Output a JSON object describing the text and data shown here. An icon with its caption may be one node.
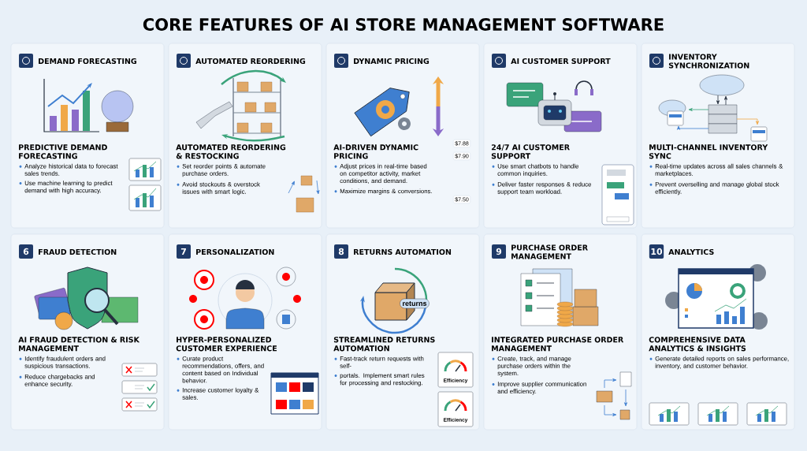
{
  "diagram": {
    "title": "CORE FEATURES OF AI STORE MANAGEMENT SOFTWARE",
    "nodes": [
      {
        "text": [
          "DEMAND FORECASTING",
          "PREDICTIVE DEMAND FORECASTING",
          "Analyze historical data to forecast sales trends.",
          "Use machine learning to predict demand with high accuracy."
        ]
      },
      {
        "text": [
          "AUTOMATED REORDERING",
          "AUTOMATED REORDERING & RESTOCKING",
          "Set reorder points & automate purchase orders.",
          "Avoid stockouts & overstock issues with smart logic."
        ]
      },
      {
        "text": [
          "DYNAMIC PRICING",
          "AI-DRIVEN DYNAMIC PRICING",
          "Adjust prices in real-time based on competitor activity, market conditions, and demand.",
          "Maximize margins & conversions."
        ]
      },
      {
        "text": [
          "AI CUSTOMER SUPPORT",
          "24/7 AI CUSTOMER SUPPORT",
          "Use smart chatbots to handle common inquiries.",
          "Deliver faster responses & reduce support team workload."
        ]
      },
      {
        "text": [
          "INVENTORY SYNCHRONIZATION",
          "MULTI-CHANNEL INVENTORY SYNC",
          "Real-time updates across all sales channels & marketplaces.",
          "Prevent overselling and manage global stock efficiently."
        ]
      },
      {
        "text": [
          "6",
          "FRAUD DETECTION",
          "AI FRAUD DETECTION & RISK MANAGEMENT",
          "Identify fraudulent orders and suspicious transactions.",
          "Reduce chargebacks and enhance security."
        ]
      },
      {
        "text": [
          "7",
          "PERSONALIZATION",
          "HYPER-PERSONALIZED CUSTOMER EXPERIENCE",
          "Curate product recommendations, offers, and content based on Individual behavior.",
          "Increase customer loyalty & sales."
        ]
      },
      {
        "text": [
          "8",
          "RETURNS AUTOMATION",
          "STREAMLINED RETURNS AUTOMATION",
          "Fast-track return requests with self-",
          "portals. Implement smart rules for processing and restocking."
        ]
      },
      {
        "text": [
          "9",
          "PURCHASE ORDER MANAGEMENT",
          "INTEGRATED PURCHASE ORDER MANAGEMENT",
          "Create, track, and manage purchase orders within the system.",
          "Improve supplier communication and efficiency."
        ]
      },
      {
        "text": [
          "10",
          "ANALYTICS",
          "COMPREHENSIVE DATA ANALYTICS & INSIGHTS",
          "Generate detailed reports on sales performance, inventory, and customer behavior."
        ]
      }
    ],
    "labels": [
      "$7.88",
      "$7.90",
      "$7.50",
      "returns",
      "Efficiency",
      "Efficiency"
    ]
  }
}
